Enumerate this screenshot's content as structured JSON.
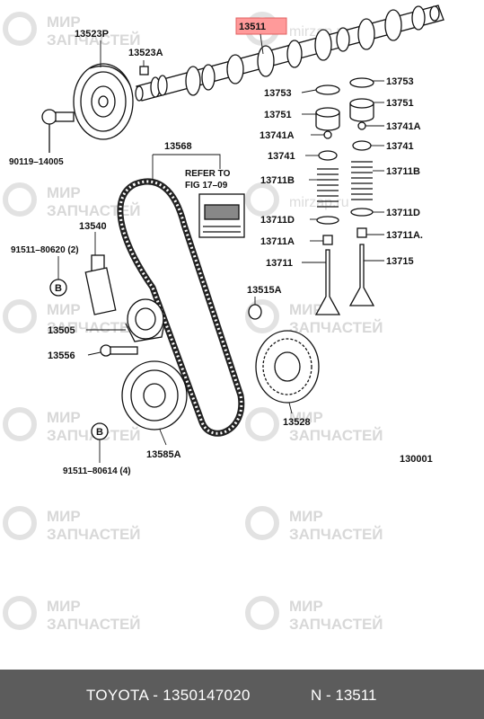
{
  "watermark": {
    "line1": "МИР",
    "line2": "ЗАПЧАСТЕЙ",
    "url": "mirzap.ru"
  },
  "highlight_color": "#ff9a9a",
  "parts": {
    "p13511": "13511",
    "p13523P": "13523P",
    "p13523A": "13523A",
    "p90119": "90119–14005",
    "p13568": "13568",
    "refer1": "REFER TO",
    "refer2": "FIG 17–09",
    "p13540": "13540",
    "p91511_80620": "91511–80620 (2)",
    "p13505": "13505",
    "p13556": "13556",
    "p91511_80614": "91511–80614 (4)",
    "p13585A": "13585A",
    "p13515A": "13515A",
    "p13528": "13528",
    "p130001": "130001",
    "p13753_l": "13753",
    "p13753_r": "13753",
    "p13751_l": "13751",
    "p13751_r": "13751",
    "p13741A_l": "13741A",
    "p13741A_r": "13741A",
    "p13741_l": "13741",
    "p13741_r": "13741",
    "p13711B_l": "13711B",
    "p13711B_r": "13711B",
    "p13711D_l": "13711D",
    "p13711D_r": "13711D",
    "p13711A_l": "13711A",
    "p13711A_r": "13711A.",
    "p13711": "13711",
    "p13715": "13715",
    "b1": "B",
    "b2": "B"
  },
  "footer": {
    "left": "TOYOTA - 1350147020",
    "right": "N - 13511"
  }
}
